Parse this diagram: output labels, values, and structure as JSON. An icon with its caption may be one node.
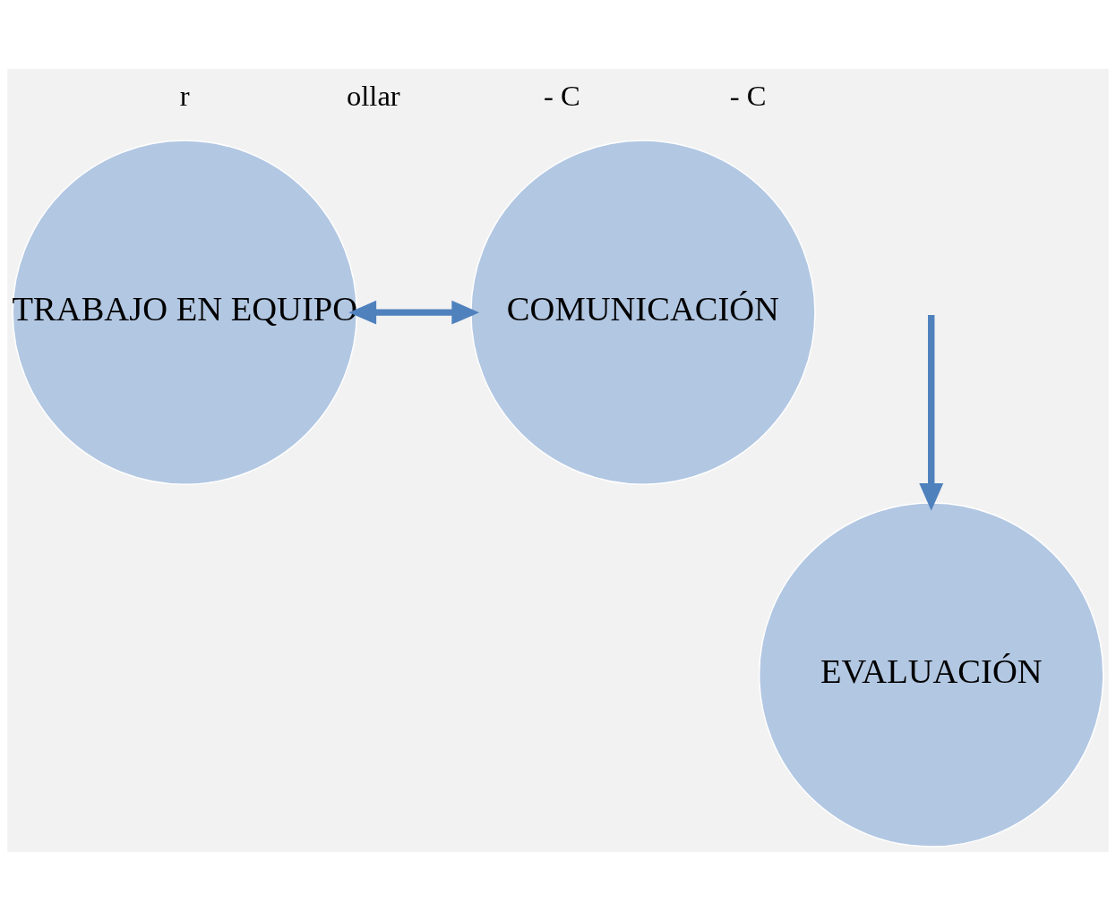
{
  "diagram": {
    "nodes": [
      {
        "text": [
          "TRABAJO EN EQUIPO"
        ]
      },
      {
        "text": [
          "COMUNICACIÓN"
        ]
      },
      {
        "text": [
          "EVALUACIÓN"
        ]
      }
    ],
    "edges": [
      {
        "from": 0,
        "to": 1,
        "arrow": "both"
      },
      {
        "from": null,
        "to": 2,
        "arrow": "to"
      }
    ],
    "labels": [
      "r",
      "ollar",
      "- C",
      "- C"
    ]
  }
}
